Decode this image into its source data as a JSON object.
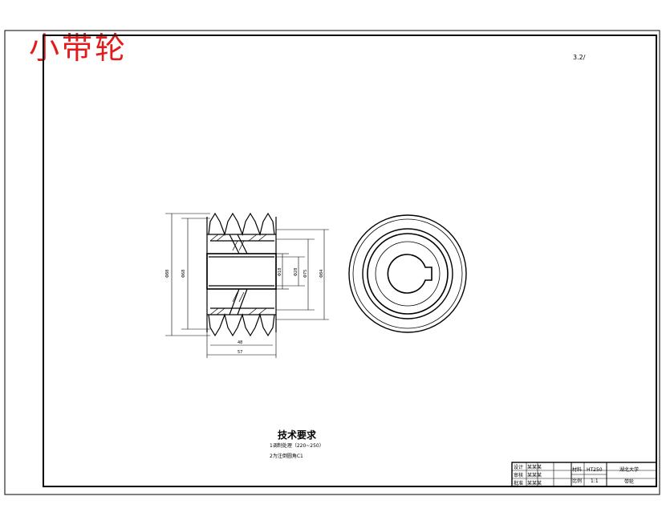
{
  "sheet_title": "小带轮",
  "roughness_mark": "3.2/",
  "tech_req": {
    "heading": "技术要求",
    "items": [
      "1调制处理（220~250）",
      "2为注倒圆角C1"
    ]
  },
  "title_block": {
    "material_label": "材料",
    "material_value": "HT250",
    "scale_label": "比例",
    "scale_value": "1:1",
    "school": "湖北大学",
    "part_name": "带轮",
    "rows": [
      {
        "role": "设计",
        "name": "某某某"
      },
      {
        "role": "审核",
        "name": "某某某"
      },
      {
        "role": "批准",
        "name": "某某某"
      }
    ]
  },
  "dimensions": {
    "outer_dia": "Φ88",
    "left_inner_dia": "Φ68",
    "hub_dia": "Φ28",
    "bore_dia": "Φ18",
    "groove_dia": "Φ75",
    "right_outer_dia": "Φ84",
    "width_inner": "48",
    "width_total": "57"
  }
}
